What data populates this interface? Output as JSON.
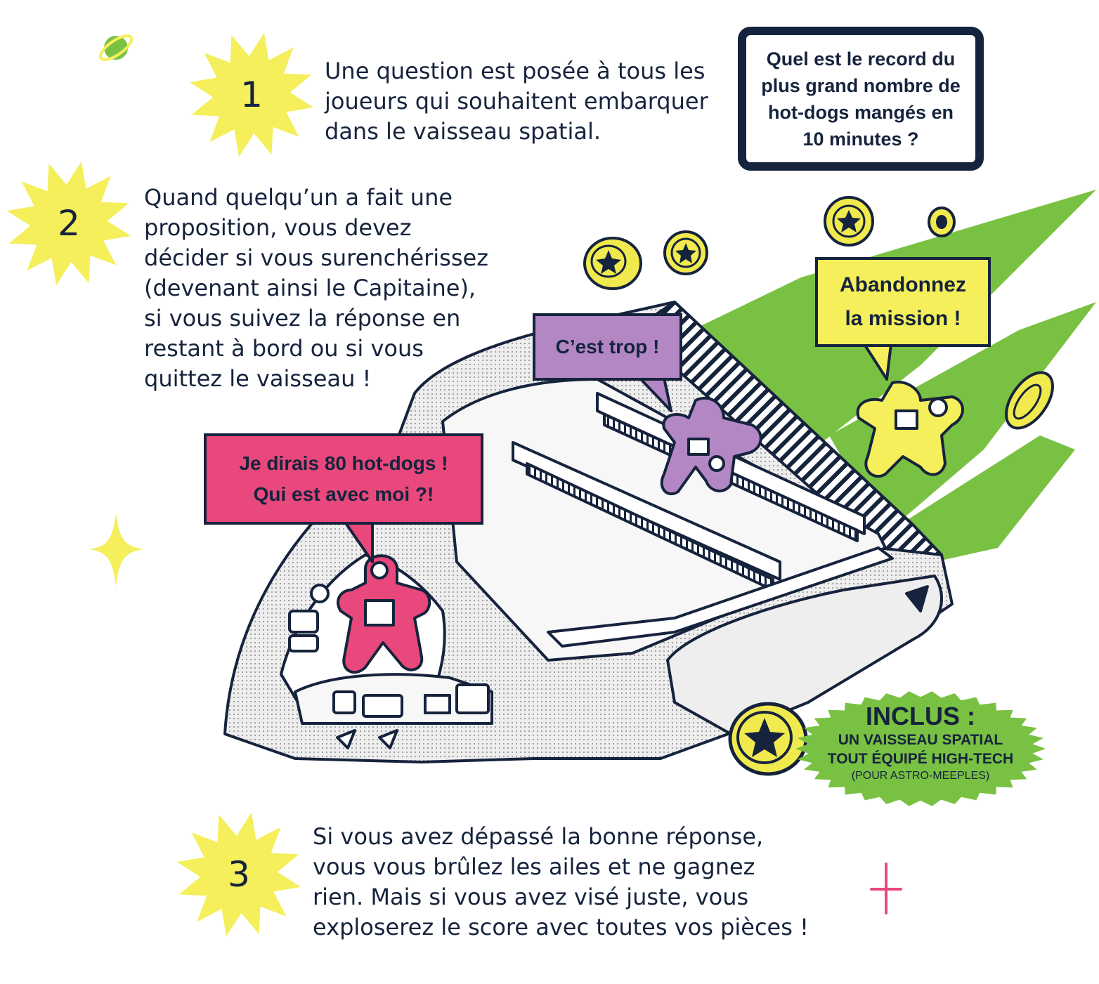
{
  "steps": [
    {
      "number": "1",
      "lines": [
        "Une question est posée à tous les",
        "joueurs qui souhaitent embarquer",
        "dans le vaisseau spatial."
      ]
    },
    {
      "number": "2",
      "lines": [
        "Quand quelqu’un a fait une",
        "proposition, vous devez",
        "décider si vous surenchérissez",
        "(devenant ainsi le Capitaine),",
        "si vous suivez la réponse en",
        "restant à bord ou si vous",
        "quittez le vaisseau !"
      ]
    },
    {
      "number": "3",
      "lines": [
        "Si vous avez dépassé la bonne réponse,",
        "vous vous brûlez les ailes et ne gagnez",
        "rien. Mais si vous avez visé juste, vous",
        "exploserez le score avec toutes vos pièces !"
      ]
    }
  ],
  "question": {
    "lines": [
      "Quel est le record du",
      "plus grand nombre de",
      "hot-dogs mangés en",
      "10 minutes ?"
    ]
  },
  "bubbles": {
    "pink": {
      "lines": [
        "Je dirais 80 hot-dogs !",
        "Qui est avec moi ?!"
      ]
    },
    "purple": {
      "lines": [
        "C’est trop !"
      ]
    },
    "yellow": {
      "lines": [
        "Abandonnez",
        "la mission !"
      ]
    }
  },
  "inclus": {
    "title": "INCLUS :",
    "line1": "UN VAISSEAU SPATIAL",
    "line2": "TOUT ÉQUIPÉ HIGH-TECH",
    "line3": "(POUR ASTRO-MEEPLES)"
  },
  "colors": {
    "navy": "#16233d",
    "star_yellow": "#f4ef5a",
    "green": "#79c142",
    "pink": "#e8487b",
    "purple": "#b387c4",
    "coin_yellow": "#f1ea4e",
    "hull_grey": "#dcdcdc"
  }
}
